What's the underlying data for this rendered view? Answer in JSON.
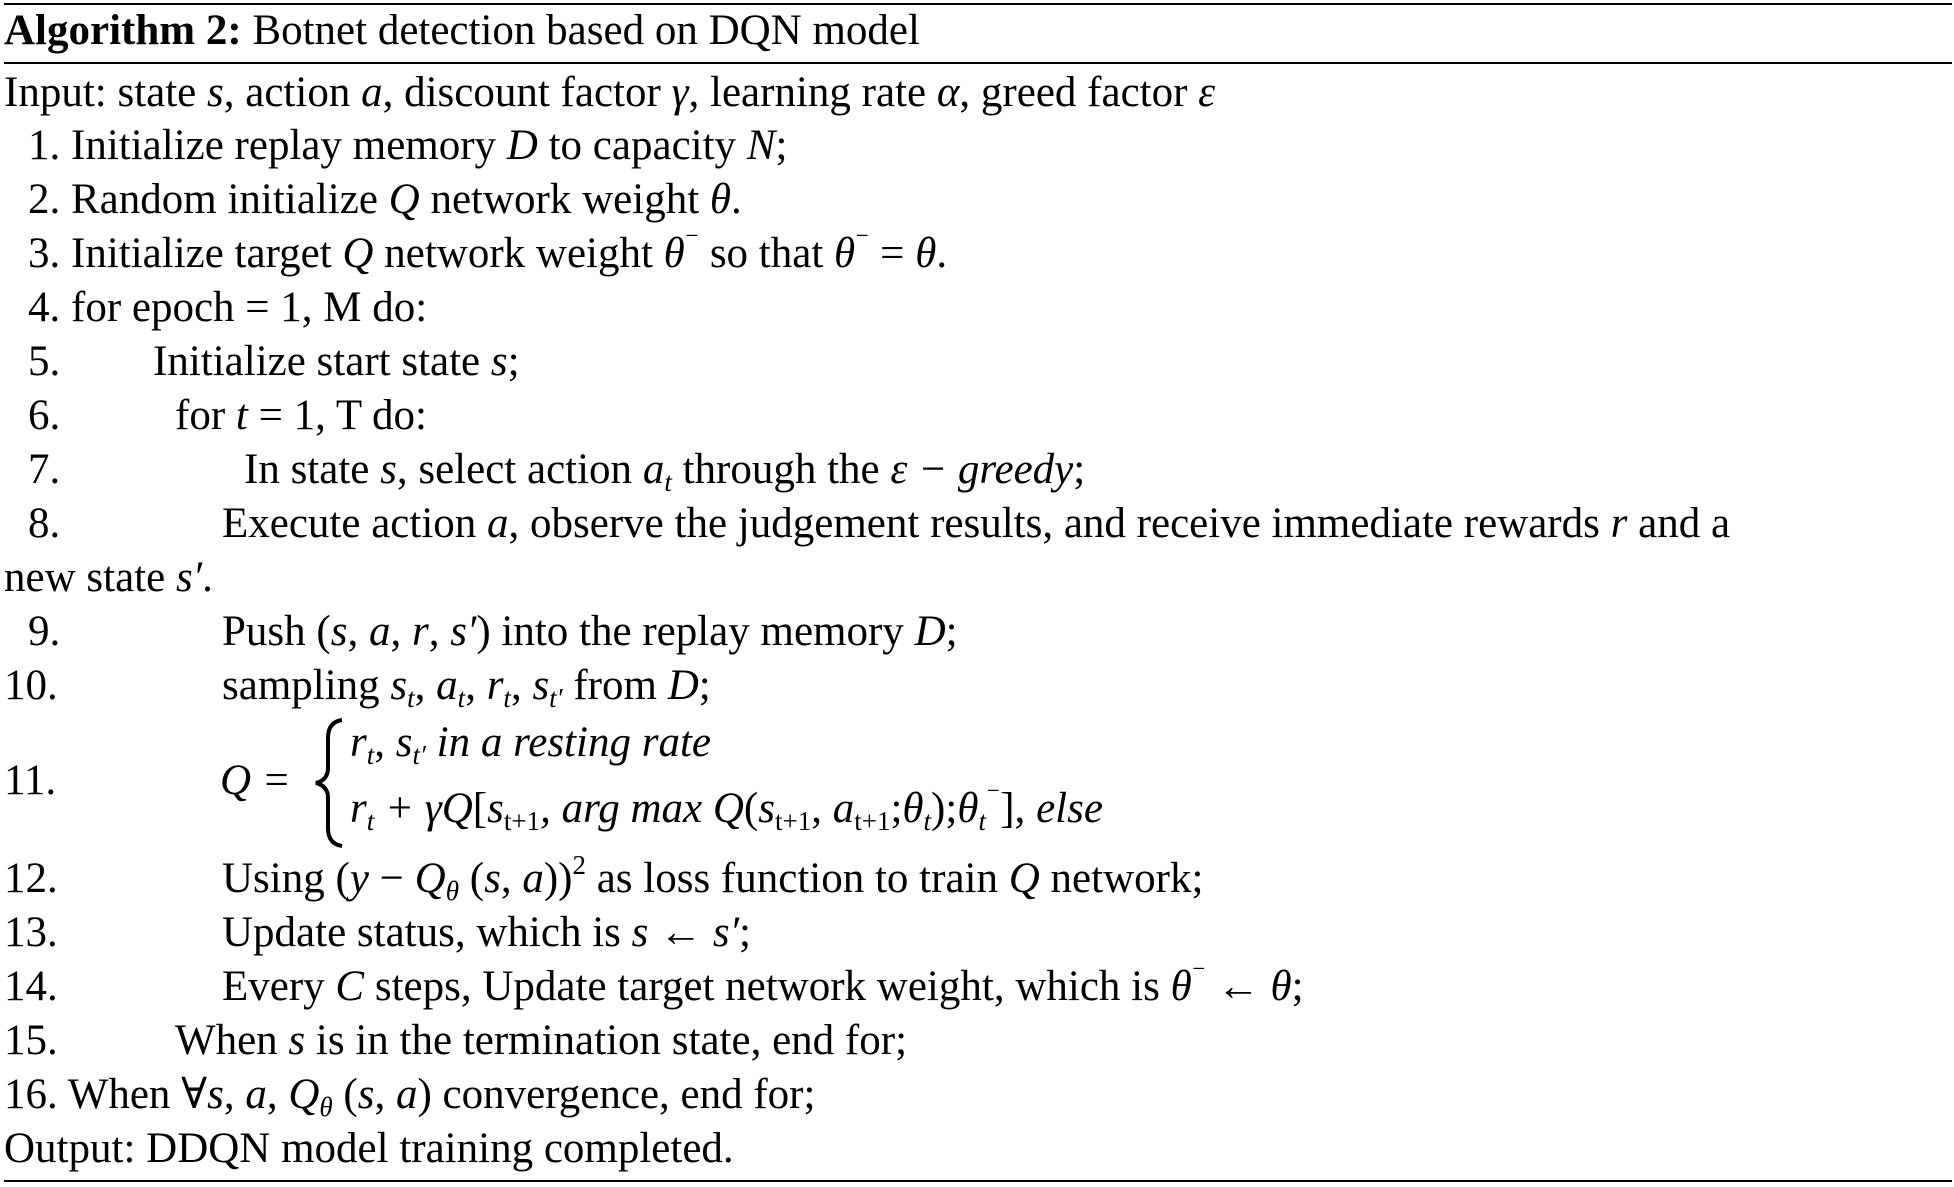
{
  "caption": {
    "label": "Algorithm 2:",
    "title": "Botnet detection based on DQN model"
  },
  "input": {
    "prefix": "Input: state ",
    "s": "s",
    "mid1": ", action ",
    "a": "a",
    "mid2": ", discount factor ",
    "gamma": "γ",
    "mid3": ", learning rate ",
    "alpha": "α",
    "mid4": ", greed factor ",
    "eps": "ε"
  },
  "steps": [
    {
      "num": "1.",
      "parts": [
        "Initialize replay memory ",
        "D",
        "  to capacity ",
        "N",
        ";"
      ]
    },
    {
      "num": "2.",
      "parts": [
        "Random initialize ",
        "Q",
        " network weight ",
        "θ",
        "."
      ]
    },
    {
      "num": "3.",
      "parts": [
        "Initialize target ",
        "Q",
        "  network weight  ",
        "θ",
        "⁻",
        "  so that ",
        "θ",
        "⁻",
        " = ",
        "θ",
        "."
      ]
    },
    {
      "num": "4.",
      "parts": [
        "for epoch = 1, M do:"
      ]
    },
    {
      "num": "5.",
      "parts": [
        "Initialize start state ",
        "s",
        ";"
      ]
    },
    {
      "num": "6.",
      "parts": [
        "for  ",
        "t",
        " = 1, T do:"
      ]
    },
    {
      "num": "7.",
      "parts": [
        "In state ",
        "s",
        ", select action ",
        "a",
        "t",
        "  through the  ",
        "ε − greedy",
        ";"
      ]
    },
    {
      "num": "8.",
      "parts": [
        "Execute action ",
        "a",
        ", observe  the judgement  results,  and receive immediate rewards ",
        "r",
        "  and a"
      ]
    },
    {
      "num": "",
      "parts": [
        "new state ",
        "s′",
        "."
      ]
    },
    {
      "num": "9.",
      "parts": [
        "Push (",
        "s",
        ", ",
        "a",
        ", ",
        "r",
        ", ",
        "s′",
        ") into the replay memory ",
        "D",
        ";"
      ]
    },
    {
      "num": "10.",
      "parts": [
        "sampling ",
        "s",
        "t",
        ", ",
        "a",
        "t",
        ", ",
        "r",
        "t",
        ", ",
        "s",
        "t′",
        "  from  ",
        "D",
        ";"
      ]
    },
    {
      "num": "11.",
      "parts": []
    },
    {
      "num": "12.",
      "parts": [
        "Using (",
        "y",
        " − ",
        "Q",
        "θ",
        " (",
        "s",
        ", ",
        "a",
        "))",
        "2",
        "  as loss function to train ",
        "Q",
        "  network;"
      ]
    },
    {
      "num": "13.",
      "parts": [
        "Update status,  which is ",
        "s",
        " ← ",
        "s′",
        ";"
      ]
    },
    {
      "num": "14.",
      "parts": [
        "Every ",
        "C",
        "  steps,  Update target network weight,  which is ",
        "θ",
        "⁻",
        " ←  ",
        "θ",
        ";"
      ]
    },
    {
      "num": "15.",
      "parts": [
        "When ",
        "s",
        "  is in the termination state, end for;"
      ]
    },
    {
      "num": "16.",
      "parts": [
        "When ∀",
        "s",
        ", ",
        "a",
        ", ",
        "Q",
        "θ",
        " (",
        "s",
        ", ",
        "a",
        ") convergence,  end for;"
      ]
    }
  ],
  "piecewise": {
    "lhs": "Q =",
    "case1": [
      "r",
      "t",
      ",  ",
      "s",
      "t′",
      " in a resting rate"
    ],
    "case2": [
      "r",
      "t",
      " + γ",
      "Q",
      "[",
      "s",
      "t+1",
      ", arg max ",
      "Q",
      "(",
      "s",
      "t+1",
      ", ",
      "a",
      "t+1",
      ";",
      "θ",
      "t",
      ");",
      "θ",
      "t",
      "⁻",
      "],  ",
      "else"
    ]
  },
  "output": {
    "text": "Output: DDQN model training completed."
  }
}
